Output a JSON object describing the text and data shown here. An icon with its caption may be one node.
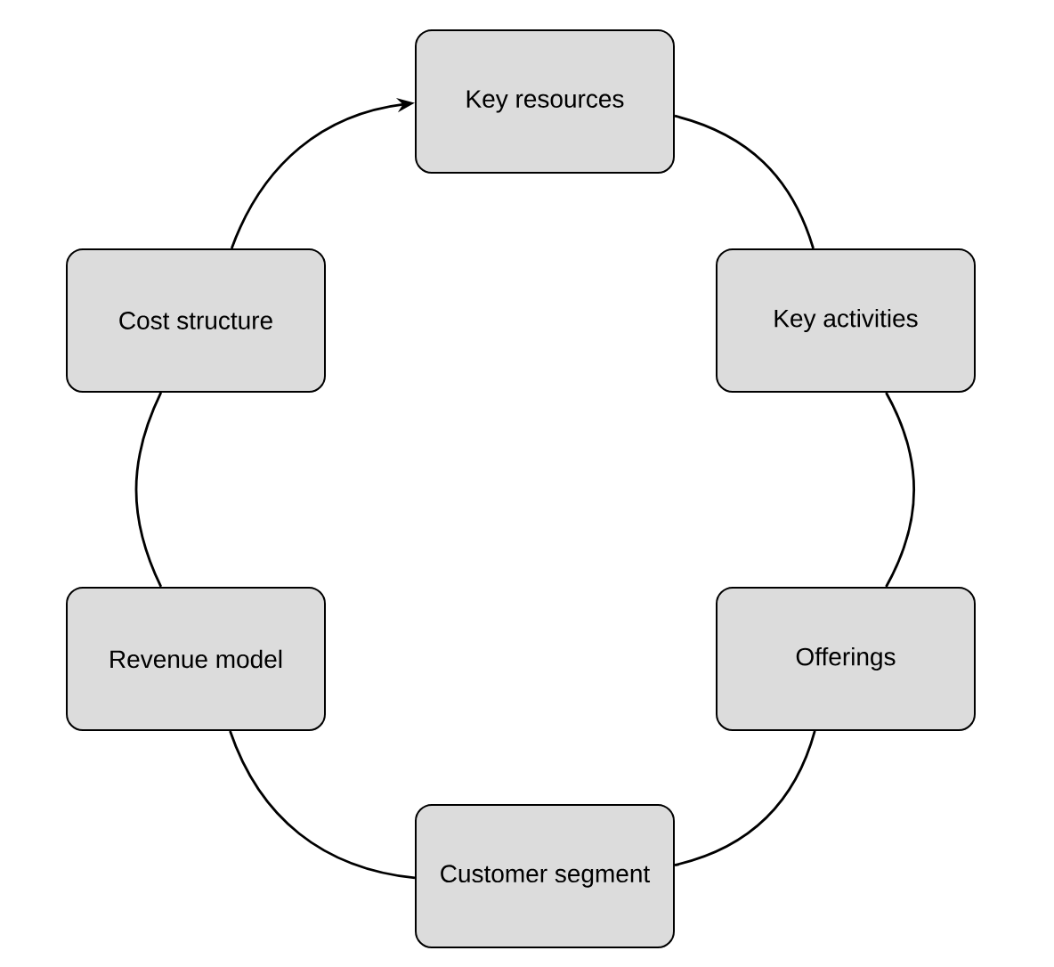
{
  "diagram": {
    "nodes": [
      {
        "text": [
          "Key resources"
        ]
      },
      {
        "text": [
          "Key activities"
        ]
      },
      {
        "text": [
          "Offerings"
        ]
      },
      {
        "text": [
          "Customer segment"
        ]
      },
      {
        "text": [
          "Revenue model"
        ]
      },
      {
        "text": [
          "Cost structure"
        ]
      }
    ],
    "edges": [
      {
        "from": 0,
        "to": 1,
        "arrow": "none"
      },
      {
        "from": 1,
        "to": 2,
        "arrow": "none"
      },
      {
        "from": 2,
        "to": 3,
        "arrow": "none"
      },
      {
        "from": 3,
        "to": 4,
        "arrow": "none"
      },
      {
        "from": 4,
        "to": 5,
        "arrow": "none"
      },
      {
        "from": 5,
        "to": 0,
        "arrow": "to"
      }
    ]
  }
}
